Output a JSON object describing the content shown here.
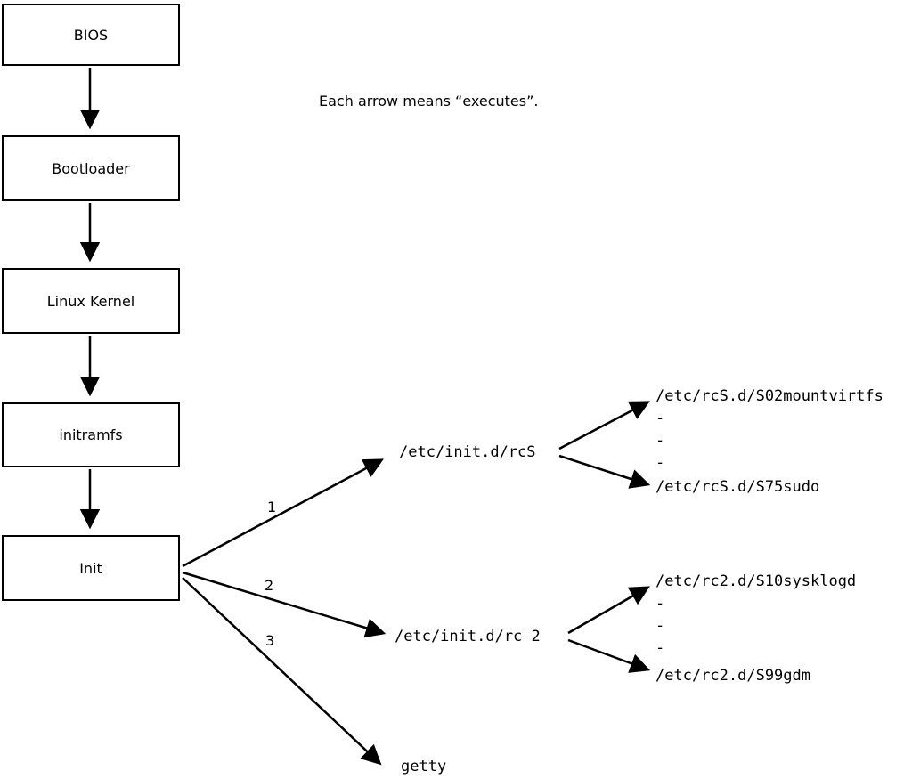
{
  "note": "Each arrow means “executes”.",
  "boxes": [
    {
      "label": "BIOS"
    },
    {
      "label": "Bootloader"
    },
    {
      "label": "Linux Kernel"
    },
    {
      "label": "initramfs"
    },
    {
      "label": "Init"
    }
  ],
  "arrow_labels": {
    "one": "1",
    "two": "2",
    "three": "3"
  },
  "nodes": {
    "rcS": "/etc/init.d/rcS",
    "rc2": "/etc/init.d/rc 2",
    "getty": "getty",
    "s02": "/etc/rcS.d/S02mountvirtfs",
    "s75": "/etc/rcS.d/S75sudo",
    "s10": "/etc/rc2.d/S10sysklogd",
    "s99": "/etc/rc2.d/S99gdm",
    "dash": "-"
  },
  "colors": {
    "line": "#000000",
    "background": "#ffffff",
    "text": "#000000"
  }
}
